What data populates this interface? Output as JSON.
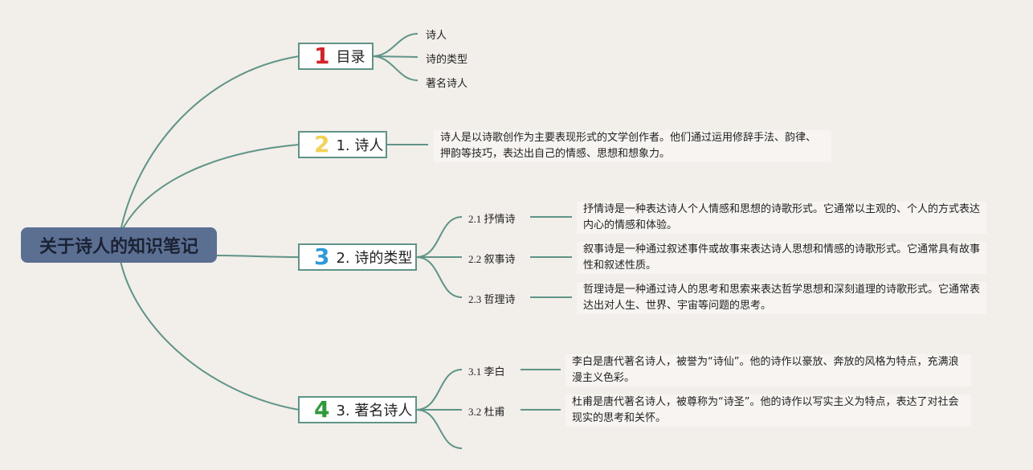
{
  "root": {
    "title": "关于诗人的知识笔记"
  },
  "sections": [
    {
      "num": "1",
      "num_color": "#d2232a",
      "label": "目录",
      "children": [
        "诗人",
        "诗的类型",
        "著名诗人"
      ]
    },
    {
      "num": "2",
      "num_color": "#f2d256",
      "label": "1. 诗人",
      "desc": "诗人是以诗歌创作为主要表现形式的文学创作者。他们通过运用修辞手法、韵律、押韵等技巧，表达出自己的情感、思想和想象力。"
    },
    {
      "num": "3",
      "num_color": "#2d9bd6",
      "label": "2. 诗的类型",
      "children": [
        {
          "label": "2.1 抒情诗",
          "desc": "抒情诗是一种表达诗人个人情感和思想的诗歌形式。它通常以主观的、个人的方式表达内心的情感和体验。"
        },
        {
          "label": "2.2 叙事诗",
          "desc": "叙事诗是一种通过叙述事件或故事来表达诗人思想和情感的诗歌形式。它通常具有故事性和叙述性质。"
        },
        {
          "label": "2.3 哲理诗",
          "desc": "哲理诗是一种通过诗人的思考和思索来表达哲学思想和深刻道理的诗歌形式。它通常表达出对人生、世界、宇宙等问题的思考。"
        }
      ]
    },
    {
      "num": "4",
      "num_color": "#2f9a3b",
      "label": "3. 著名诗人",
      "children": [
        {
          "label": "3.1 李白",
          "desc": "李白是唐代著名诗人，被誉为“诗仙”。他的诗作以豪放、奔放的风格为特点，充满浪漫主义色彩。"
        },
        {
          "label": "3.2 杜甫",
          "desc": "杜甫是唐代著名诗人，被尊称为“诗圣”。他的诗作以写实主义为特点，表达了对社会现实的思考和关怀。"
        },
        {
          "label": ""
        }
      ]
    }
  ],
  "colors": {
    "line": "#5f9488",
    "root_bg": "#5b6f93",
    "background": "#f2eeea"
  }
}
